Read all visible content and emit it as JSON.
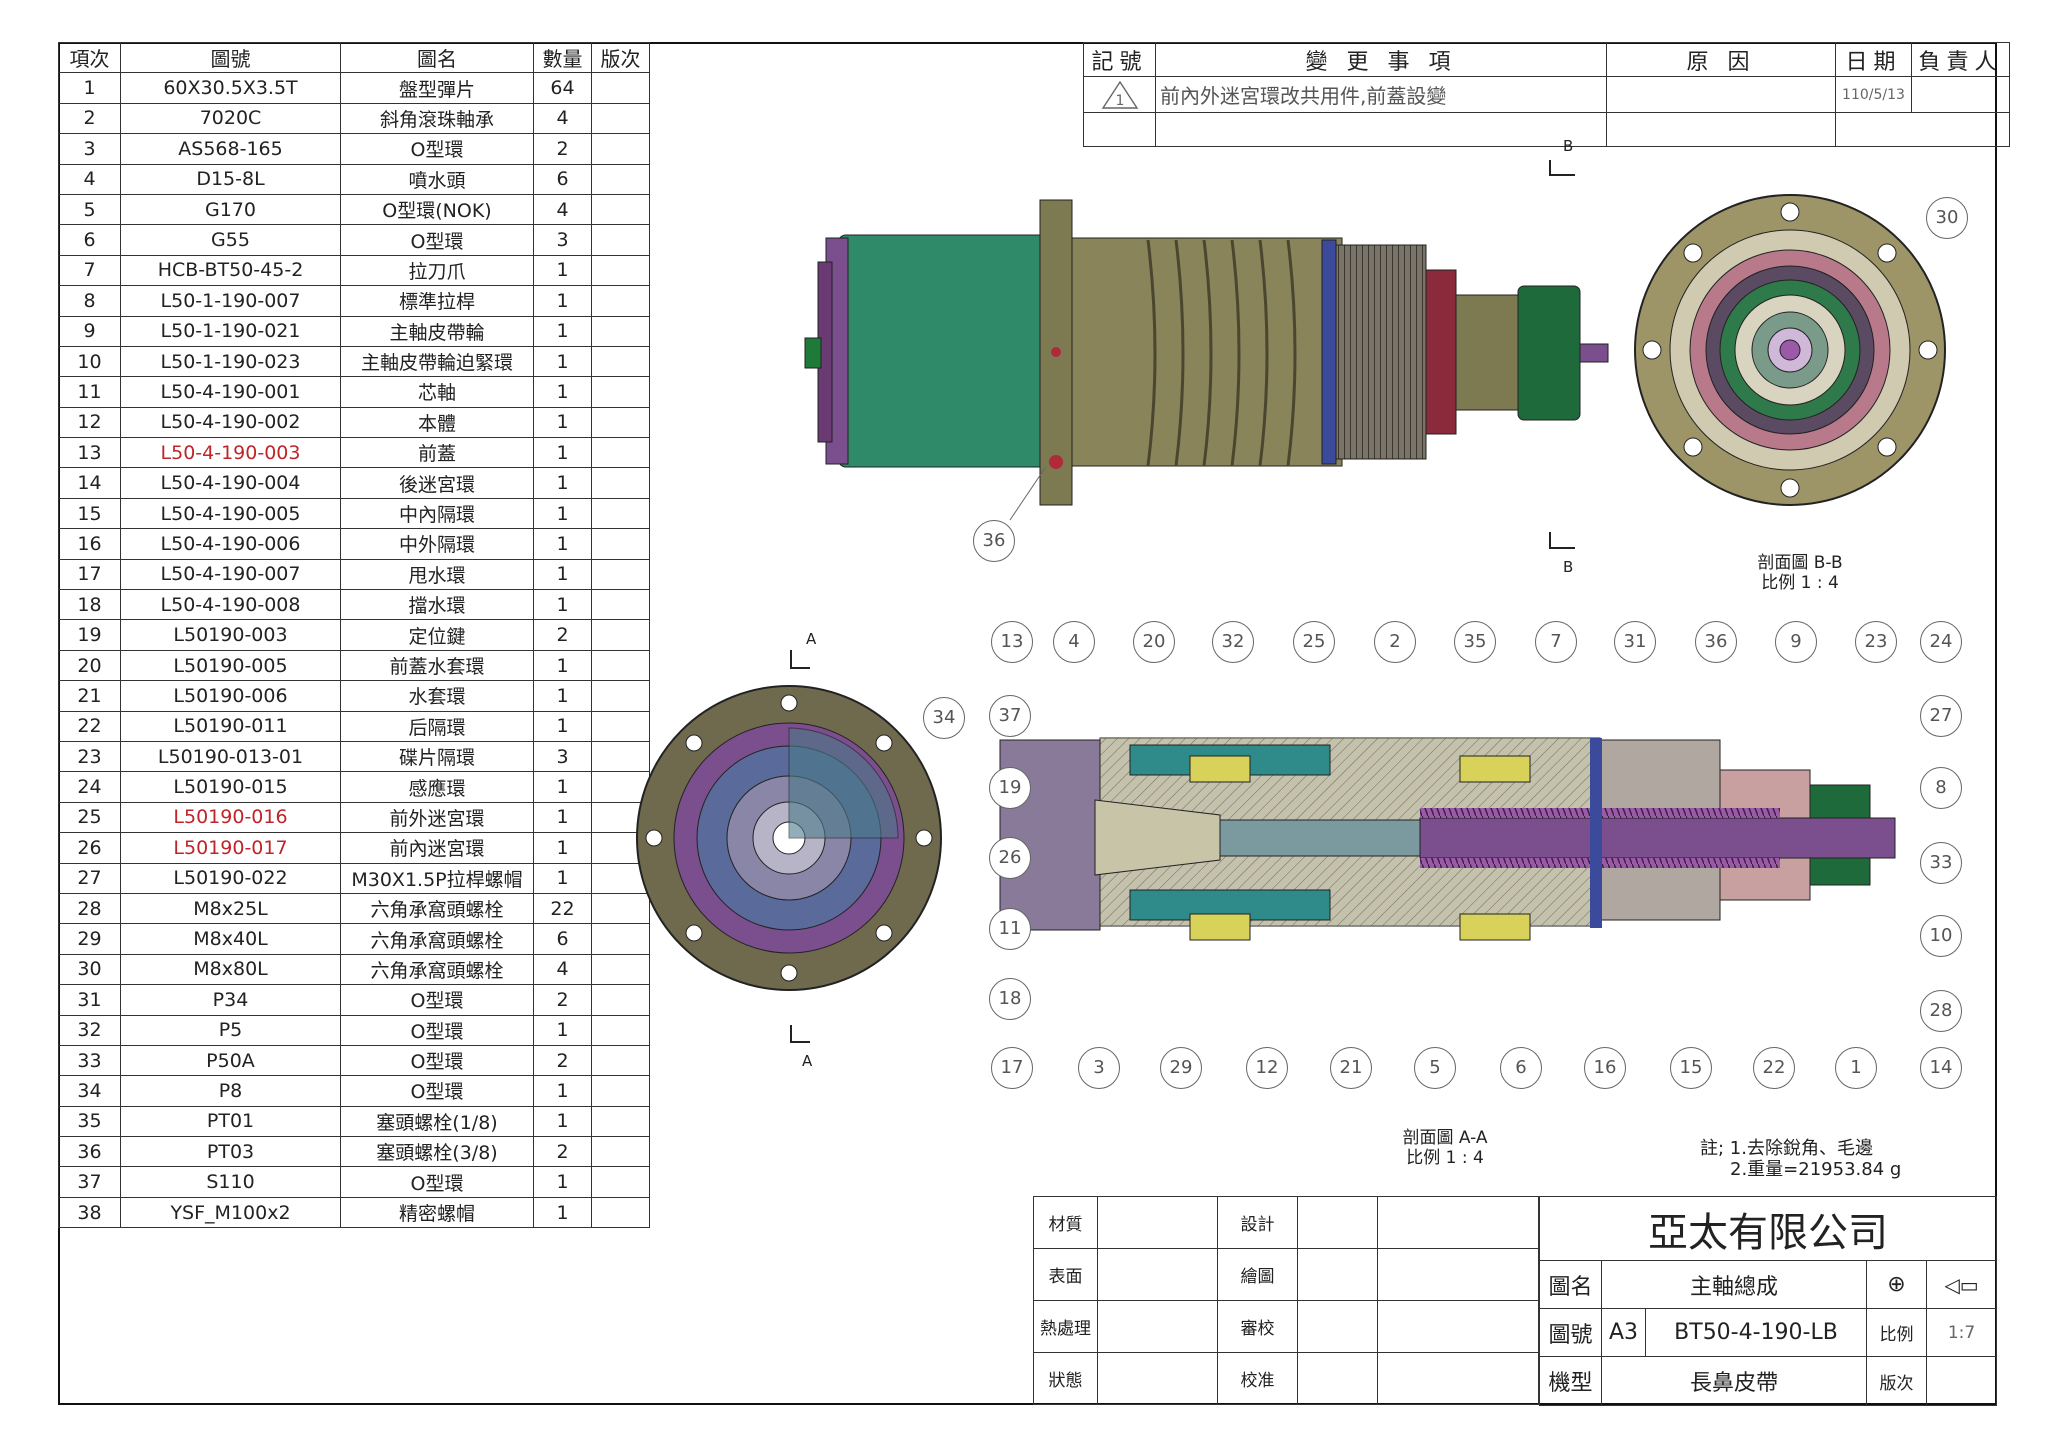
{
  "bom": {
    "headers": [
      "項次",
      "圖號",
      "圖名",
      "數量",
      "版次"
    ],
    "rows": [
      {
        "no": "1",
        "part": "60X30.5X3.5T",
        "name": "盤型彈片",
        "qty": "64",
        "rev": "",
        "part_red": false,
        "bold": true
      },
      {
        "no": "2",
        "part": "7020C",
        "name": "斜角滾珠軸承",
        "qty": "4",
        "rev": "",
        "part_red": false,
        "bold": true
      },
      {
        "no": "3",
        "part": "AS568-165",
        "name": "O型環",
        "qty": "2",
        "rev": "",
        "part_red": false,
        "bold": false
      },
      {
        "no": "4",
        "part": "D15-8L",
        "name": "噴水頭",
        "qty": "6",
        "rev": "",
        "part_red": false,
        "bold": true
      },
      {
        "no": "5",
        "part": "G170",
        "name": "O型環(NOK)",
        "qty": "4",
        "rev": "",
        "part_red": false,
        "bold": true
      },
      {
        "no": "6",
        "part": "G55",
        "name": "O型環",
        "qty": "3",
        "rev": "",
        "part_red": false,
        "bold": true
      },
      {
        "no": "7",
        "part": "HCB-BT50-45-2",
        "name": "拉刀爪",
        "qty": "1",
        "rev": "",
        "part_red": false,
        "bold": true
      },
      {
        "no": "8",
        "part": "L50-1-190-007",
        "name": "標準拉桿",
        "qty": "1",
        "rev": "",
        "part_red": false,
        "bold": false
      },
      {
        "no": "9",
        "part": "L50-1-190-021",
        "name": "主軸皮帶輪",
        "qty": "1",
        "rev": "",
        "part_red": false,
        "bold": true
      },
      {
        "no": "10",
        "part": "L50-1-190-023",
        "name": "主軸皮帶輪迫緊環",
        "qty": "1",
        "rev": "",
        "part_red": false,
        "bold": true
      },
      {
        "no": "11",
        "part": "L50-4-190-001",
        "name": "芯軸",
        "qty": "1",
        "rev": "",
        "part_red": false,
        "bold": false
      },
      {
        "no": "12",
        "part": "L50-4-190-002",
        "name": "本體",
        "qty": "1",
        "rev": "",
        "part_red": false,
        "bold": false
      },
      {
        "no": "13",
        "part": "L50-4-190-003",
        "name": "前蓋",
        "qty": "1",
        "rev": "",
        "part_red": true,
        "bold": true
      },
      {
        "no": "14",
        "part": "L50-4-190-004",
        "name": "後迷宮環",
        "qty": "1",
        "rev": "",
        "part_red": false,
        "bold": false
      },
      {
        "no": "15",
        "part": "L50-4-190-005",
        "name": "中內隔環",
        "qty": "1",
        "rev": "",
        "part_red": false,
        "bold": true
      },
      {
        "no": "16",
        "part": "L50-4-190-006",
        "name": "中外隔環",
        "qty": "1",
        "rev": "",
        "part_red": false,
        "bold": true
      },
      {
        "no": "17",
        "part": "L50-4-190-007",
        "name": "甩水環",
        "qty": "1",
        "rev": "",
        "part_red": false,
        "bold": true
      },
      {
        "no": "18",
        "part": "L50-4-190-008",
        "name": "擋水環",
        "qty": "1",
        "rev": "",
        "part_red": false,
        "bold": true
      },
      {
        "no": "19",
        "part": "L50190-003",
        "name": "定位鍵",
        "qty": "2",
        "rev": "",
        "part_red": false,
        "bold": false
      },
      {
        "no": "20",
        "part": "L50190-005",
        "name": "前蓋水套環",
        "qty": "1",
        "rev": "",
        "part_red": false,
        "bold": false
      },
      {
        "no": "21",
        "part": "L50190-006",
        "name": "水套環",
        "qty": "1",
        "rev": "",
        "part_red": false,
        "bold": false
      },
      {
        "no": "22",
        "part": "L50190-011",
        "name": "后隔環",
        "qty": "1",
        "rev": "",
        "part_red": false,
        "bold": false
      },
      {
        "no": "23",
        "part": "L50190-013-01",
        "name": "碟片隔環",
        "qty": "3",
        "rev": "",
        "part_red": false,
        "bold": false
      },
      {
        "no": "24",
        "part": "L50190-015",
        "name": "感應環",
        "qty": "1",
        "rev": "",
        "part_red": false,
        "bold": false
      },
      {
        "no": "25",
        "part": "L50190-016",
        "name": "前外迷宮環",
        "qty": "1",
        "rev": "",
        "part_red": true,
        "bold": false
      },
      {
        "no": "26",
        "part": "L50190-017",
        "name": "前內迷宮環",
        "qty": "1",
        "rev": "",
        "part_red": true,
        "bold": false
      },
      {
        "no": "27",
        "part": "L50190-022",
        "name": "M30X1.5P拉桿螺帽",
        "qty": "1",
        "rev": "",
        "part_red": false,
        "bold": false
      },
      {
        "no": "28",
        "part": "M8x25L",
        "name": "六角承窩頭螺栓",
        "qty": "22",
        "rev": "",
        "part_red": false,
        "bold": true
      },
      {
        "no": "29",
        "part": "M8x40L",
        "name": "六角承窩頭螺栓",
        "qty": "6",
        "rev": "",
        "part_red": false,
        "bold": false
      },
      {
        "no": "30",
        "part": "M8x80L",
        "name": "六角承窩頭螺栓",
        "qty": "4",
        "rev": "",
        "part_red": false,
        "bold": false
      },
      {
        "no": "31",
        "part": "P34",
        "name": "O型環",
        "qty": "2",
        "rev": "",
        "part_red": false,
        "bold": true
      },
      {
        "no": "32",
        "part": "P5",
        "name": "O型環",
        "qty": "1",
        "rev": "",
        "part_red": false,
        "bold": true
      },
      {
        "no": "33",
        "part": "P50A",
        "name": "O型環",
        "qty": "2",
        "rev": "",
        "part_red": false,
        "bold": true
      },
      {
        "no": "34",
        "part": "P8",
        "name": "O型環",
        "qty": "1",
        "rev": "",
        "part_red": false,
        "bold": false
      },
      {
        "no": "35",
        "part": "PT01",
        "name": "塞頭螺栓(1/8)",
        "qty": "1",
        "rev": "",
        "part_red": false,
        "bold": true
      },
      {
        "no": "36",
        "part": "PT03",
        "name": "塞頭螺栓(3/8)",
        "qty": "2",
        "rev": "",
        "part_red": false,
        "bold": true
      },
      {
        "no": "37",
        "part": "S110",
        "name": "O型環",
        "qty": "1",
        "rev": "",
        "part_red": false,
        "bold": false
      },
      {
        "no": "38",
        "part": "YSF_M100x2",
        "name": "精密螺帽",
        "qty": "1",
        "rev": "",
        "part_red": false,
        "bold": true
      }
    ]
  },
  "revision": {
    "headers": [
      "記號",
      "變 更 事 項",
      "原 因",
      "日期",
      "負責人"
    ],
    "rows": [
      {
        "mark": "1",
        "change": "前內外迷宮環改共用件,前蓋設變",
        "reason": "",
        "date": "110/5/13",
        "owner": ""
      }
    ]
  },
  "views": {
    "section_aa_title": "剖面圖 A-A",
    "section_aa_scale": "比例 1 : 4",
    "section_bb_title": "剖面圖 B-B",
    "section_bb_scale": "比例 1 : 4",
    "cut_a": "A",
    "cut_b": "B",
    "balloons_top_row": [
      "13",
      "4",
      "20",
      "32",
      "25",
      "2",
      "35",
      "7",
      "31",
      "36",
      "9",
      "23",
      "24"
    ],
    "balloons_bottom_row": [
      "17",
      "3",
      "29",
      "12",
      "21",
      "5",
      "6",
      "16",
      "15",
      "22",
      "1",
      "14"
    ],
    "balloons_left": [
      "37",
      "19",
      "26",
      "11",
      "18"
    ],
    "balloons_right": [
      "27",
      "8",
      "33",
      "10",
      "28"
    ],
    "balloon_iso": "36",
    "balloon_bb": "30",
    "balloon_a_view": "34"
  },
  "notes": {
    "line1": "註; 1.去除銳角、毛邊",
    "line2": "2.重量=21953.84 g"
  },
  "title_block": {
    "material_label": "材質",
    "surface_label": "表面",
    "heat_label": "熱處理",
    "state_label": "狀態",
    "design_label": "設計",
    "drawing_label": "繪圖",
    "review_label": "審校",
    "approve_label": "校准",
    "company": "亞太有限公司",
    "name_label": "圖名",
    "name_value": "主軸總成",
    "number_label": "圖號",
    "sheet_size": "A3",
    "number_value": "BT50-4-190-LB",
    "scale_label": "比例",
    "scale_value": "1:7",
    "model_label": "機型",
    "model_value": "長鼻皮帶",
    "version_label": "版次"
  },
  "colors": {
    "frame": "#111111",
    "part_red": "#c0242a",
    "housing_green": "#2f8a6a",
    "housing_olive": "#7d7a52",
    "purple": "#7b4e8e",
    "yellow_bearing": "#d8d25a"
  }
}
